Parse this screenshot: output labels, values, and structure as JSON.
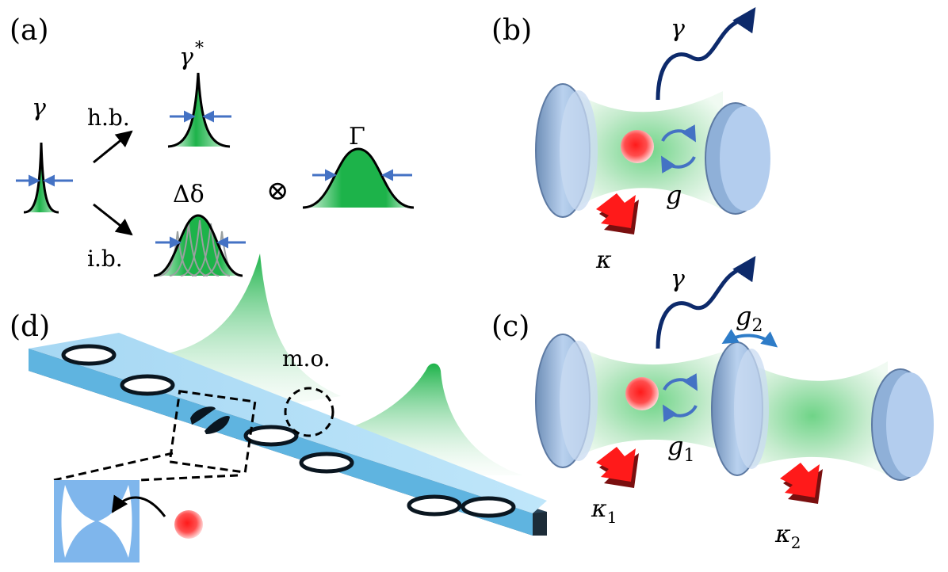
{
  "panels": {
    "a": {
      "label": "(a)",
      "gamma": "γ",
      "hb": "h.b.",
      "ib": "i.b.",
      "gamma_star": "γ",
      "star": "*",
      "delta_delta": "Δδ",
      "otimes": "⊗",
      "big_gamma": "Γ"
    },
    "b": {
      "label": "(b)",
      "gamma": "γ",
      "g": "g",
      "kappa": "κ"
    },
    "c": {
      "label": "(c)",
      "gamma": "γ",
      "g2_base": "g",
      "g2_sub": "2",
      "g1_base": "g",
      "g1_sub": "1",
      "k1_base": "κ",
      "k1_sub": "1",
      "k2_base": "κ",
      "k2_sub": "2"
    },
    "d": {
      "label": "(d)",
      "mo": "m.o."
    }
  },
  "colors": {
    "green": "#1db34a",
    "arrow_blue": "#4472c4",
    "wave_navy": "#0d2a6b",
    "mirror": "#a9c4e6",
    "slab": "#a6d7f3",
    "red": "#ff2a2a"
  }
}
